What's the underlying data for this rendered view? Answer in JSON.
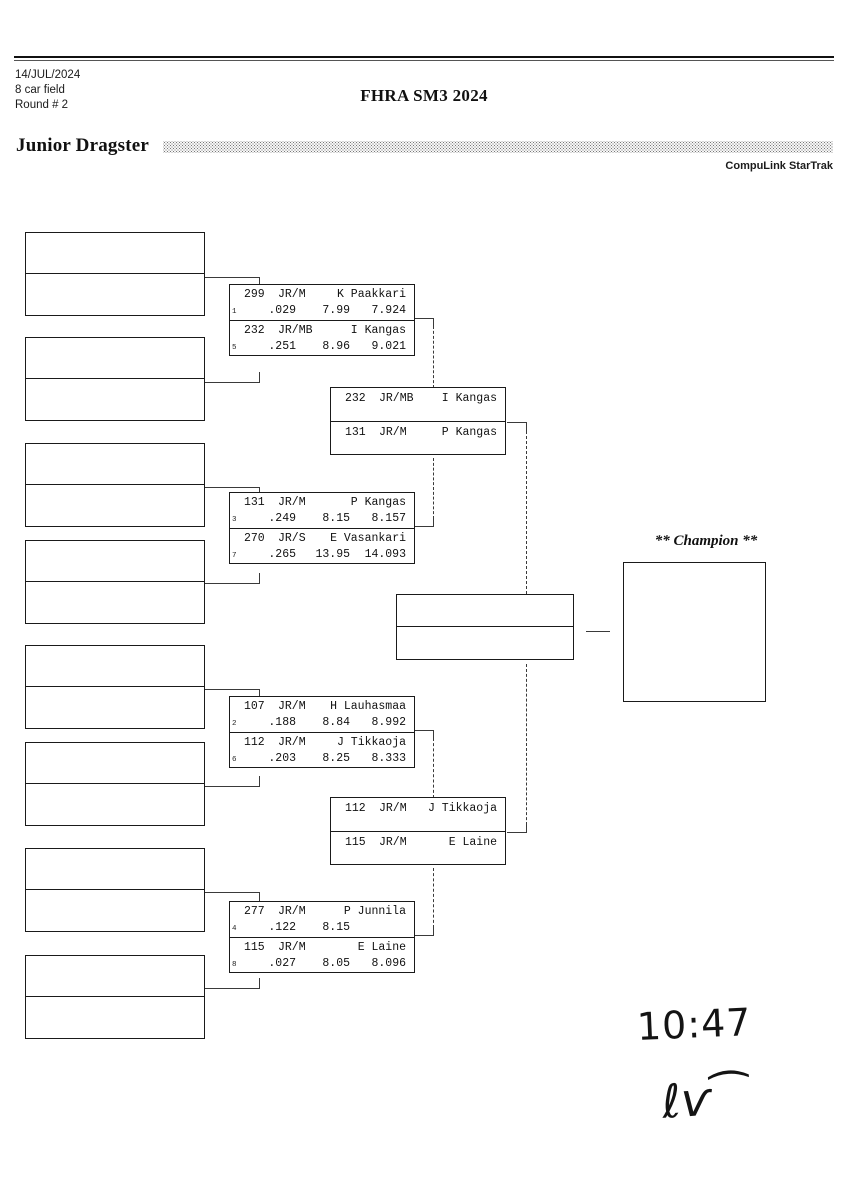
{
  "header": {
    "date": "14/JUL/2024",
    "field": "8 car field",
    "round": "Round # 2",
    "title": "FHRA SM3 2024",
    "class_name": "Junior Dragster",
    "vendor": "CompuLink StarTrak"
  },
  "champion": {
    "label": "** Champion **",
    "winner": ""
  },
  "handwriting": {
    "time": "10:47",
    "signature": "ℓѵ⁀"
  },
  "quarterfinals": [
    {
      "id": "qf-1",
      "entries": [
        {
          "lane": "1",
          "car": "299",
          "class": "JR/M",
          "driver": "K Paakkari",
          "reaction": ".029",
          "dial": "7.99",
          "et": "7.924"
        },
        {
          "lane": "5",
          "car": "232",
          "class": "JR/MB",
          "driver": "I Kangas",
          "reaction": ".251",
          "dial": "8.96",
          "et": "9.021"
        }
      ]
    },
    {
      "id": "qf-2",
      "entries": [
        {
          "lane": "3",
          "car": "131",
          "class": "JR/M",
          "driver": "P Kangas",
          "reaction": ".249",
          "dial": "8.15",
          "et": "8.157"
        },
        {
          "lane": "7",
          "car": "270",
          "class": "JR/S",
          "driver": "E Vasankari",
          "reaction": ".265",
          "dial": "13.95",
          "et": "14.093"
        }
      ]
    },
    {
      "id": "qf-3",
      "entries": [
        {
          "lane": "2",
          "car": "107",
          "class": "JR/M",
          "driver": "H Lauhasmaa",
          "reaction": ".188",
          "dial": "8.84",
          "et": "8.992"
        },
        {
          "lane": "6",
          "car": "112",
          "class": "JR/M",
          "driver": "J Tikkaoja",
          "reaction": ".203",
          "dial": "8.25",
          "et": "8.333"
        }
      ]
    },
    {
      "id": "qf-4",
      "entries": [
        {
          "lane": "4",
          "car": "277",
          "class": "JR/M",
          "driver": "P Junnila",
          "reaction": ".122",
          "dial": "8.15",
          "et": ""
        },
        {
          "lane": "8",
          "car": "115",
          "class": "JR/M",
          "driver": "E Laine",
          "reaction": ".027",
          "dial": "8.05",
          "et": "8.096"
        }
      ]
    }
  ],
  "semifinals": [
    {
      "id": "sf-top",
      "entries": [
        {
          "car": "232",
          "class": "JR/MB",
          "driver": "I Kangas"
        },
        {
          "car": "131",
          "class": "JR/M",
          "driver": "P Kangas"
        }
      ]
    },
    {
      "id": "sf-bottom",
      "entries": [
        {
          "car": "112",
          "class": "JR/M",
          "driver": "J Tikkaoja"
        },
        {
          "car": "115",
          "class": "JR/M",
          "driver": "E Laine"
        }
      ]
    }
  ],
  "final": {
    "entries": [
      {
        "car": "",
        "class": "",
        "driver": ""
      },
      {
        "car": "",
        "class": "",
        "driver": ""
      }
    ]
  },
  "round1": [
    {
      "id": "r1-1",
      "entries": [
        {
          "driver": ""
        },
        {
          "driver": ""
        }
      ]
    },
    {
      "id": "r1-2",
      "entries": [
        {
          "driver": ""
        },
        {
          "driver": ""
        }
      ]
    },
    {
      "id": "r1-3",
      "entries": [
        {
          "driver": ""
        },
        {
          "driver": ""
        }
      ]
    },
    {
      "id": "r1-4",
      "entries": [
        {
          "driver": ""
        },
        {
          "driver": ""
        }
      ]
    },
    {
      "id": "r1-5",
      "entries": [
        {
          "driver": ""
        },
        {
          "driver": ""
        }
      ]
    },
    {
      "id": "r1-6",
      "entries": [
        {
          "driver": ""
        },
        {
          "driver": ""
        }
      ]
    },
    {
      "id": "r1-7",
      "entries": [
        {
          "driver": ""
        },
        {
          "driver": ""
        }
      ]
    },
    {
      "id": "r1-8",
      "entries": [
        {
          "driver": ""
        },
        {
          "driver": ""
        }
      ]
    }
  ]
}
